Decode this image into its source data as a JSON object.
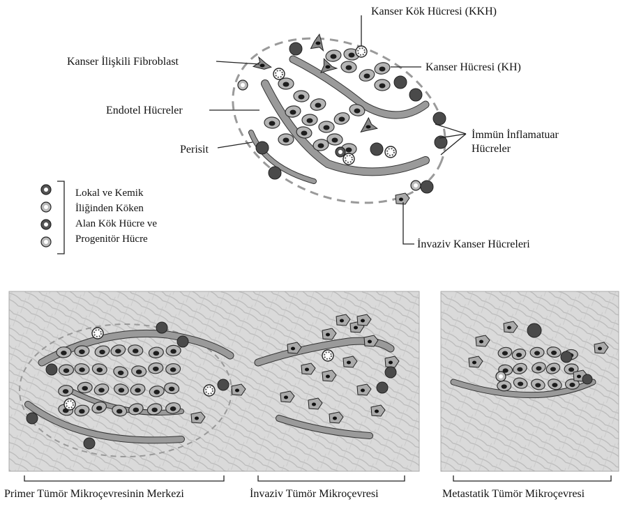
{
  "labels": {
    "kkh": "Kanser Kök Hücresi (KKH)",
    "kh": "Kanser Hücresi (KH)",
    "fibroblast": "Kanser İlişkili Fibroblast",
    "endotel": "Endotel Hücreler",
    "perisit": "Perisit",
    "immun_line1": "İmmün İnflamatuar",
    "immun_line2": "Hücreler",
    "invaziv_cells": "İnvaziv Kanser Hücreleri"
  },
  "legend": {
    "lines": [
      "Lokal ve Kemik",
      "İliğinden Köken",
      "Alan Kök Hücre ve",
      "Progenitör Hücre"
    ]
  },
  "captions": {
    "primary": "Primer Tümör Mikroçevresinin Merkezi",
    "invasive": "İnvaziv Tümör Mikroçevresi",
    "metastatic": "Metastatik Tümör Mikroçevresi"
  },
  "colors": {
    "stroma_bg": "#d9d9d9",
    "cancer_cell": "#b5b5b5",
    "nucleus": "#1e1e1e",
    "vessel": "#9a9a9a",
    "immune": "#4a4a4a",
    "dashed": "#9a9a9a"
  }
}
